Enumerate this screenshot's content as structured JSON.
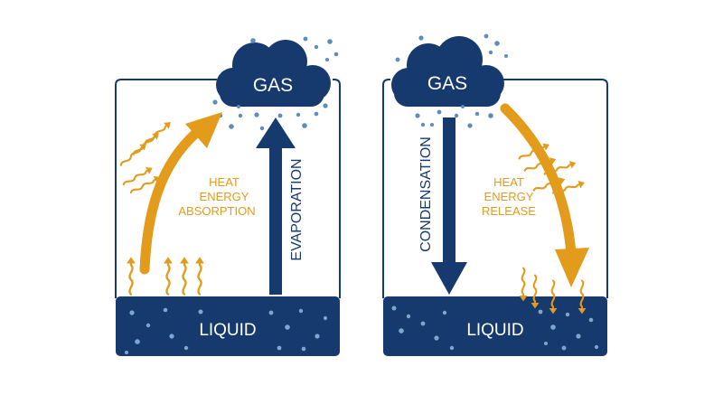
{
  "colors": {
    "navy": "#163a6e",
    "orange": "#e39b1c",
    "bubble": "#7ea7cf",
    "white": "#ffffff"
  },
  "icons": [
    "cloud-icon",
    "wavy-heat-arrow-icon",
    "bubble-dot-icon"
  ],
  "panels": {
    "evaporation": {
      "gas_label": "GAS",
      "liquid_label": "LIQUID",
      "process_label": "EVAPORATION",
      "heat_label": [
        "HEAT",
        "ENERGY",
        "ABSORPTION"
      ]
    },
    "condensation": {
      "gas_label": "GAS",
      "liquid_label": "LIQUID",
      "process_label": "CONDENSATION",
      "heat_label": [
        "HEAT",
        "ENERGY",
        "RELEASE"
      ]
    }
  }
}
